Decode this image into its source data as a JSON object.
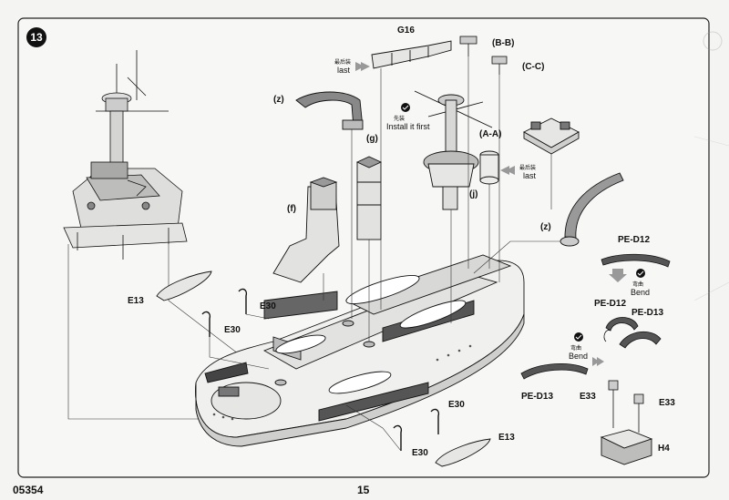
{
  "step": "13",
  "footer": {
    "product_code": "05354",
    "page": "15"
  },
  "labels": {
    "g16": "G16",
    "bb": "(B-B)",
    "cc": "(C-C)",
    "aa": "(A-A)",
    "z1": "(z)",
    "z2": "(z)",
    "f": "(f)",
    "g": "(g)",
    "j": "(j)",
    "e13a": "E13",
    "e13b": "E13",
    "e30a": "E30",
    "e30b": "E30",
    "e30c": "E30",
    "e30d": "E30",
    "pe_d12a": "PE-D12",
    "pe_d12b": "PE-D12",
    "pe_d13a": "PE-D13",
    "pe_d13b": "PE-D13",
    "e33a": "E33",
    "e33b": "E33",
    "h4": "H4"
  },
  "notes": {
    "last1_cn": "最后装",
    "last1_en": "last",
    "last2_cn": "最后装",
    "last2_en": "last",
    "first_cn": "先装",
    "first_en": "Install it first",
    "bend1_cn": "弯曲",
    "bend1_en": "Bend",
    "bend2_cn": "弯曲",
    "bend2_en": "Bend"
  }
}
